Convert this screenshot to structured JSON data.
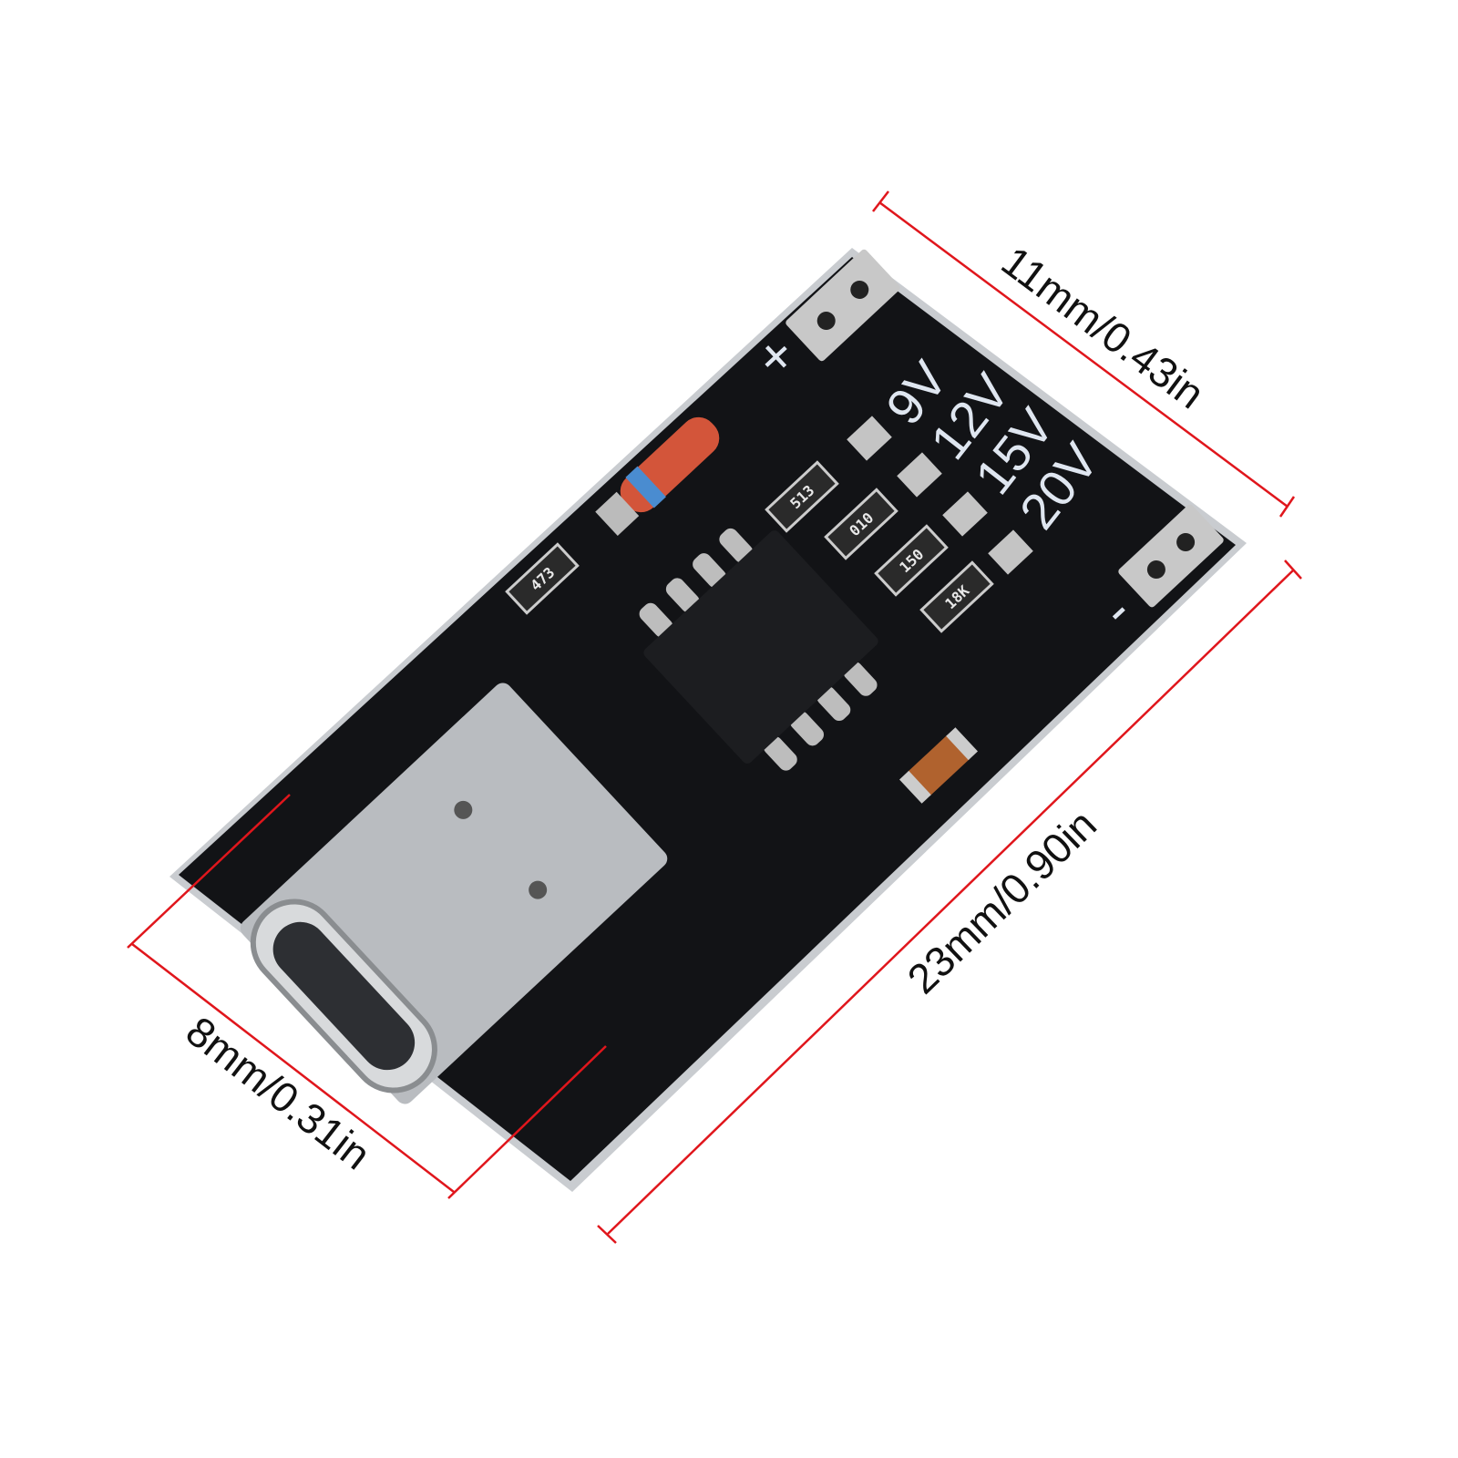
{
  "dimensions": {
    "width_label": "11mm/0.43in",
    "length_label": "23mm/0.90in",
    "connector_label": "8mm/0.31in",
    "line_color": "#e0161c"
  },
  "board": {
    "pcb_color": "#111214",
    "silkscreen_color": "#dfe6f0",
    "plus_label": "+",
    "minus_label": "-",
    "voltages": [
      "9V",
      "12V",
      "15V",
      "20V"
    ],
    "component_markings": [
      "473",
      "513",
      "010",
      "150",
      "18K"
    ]
  }
}
